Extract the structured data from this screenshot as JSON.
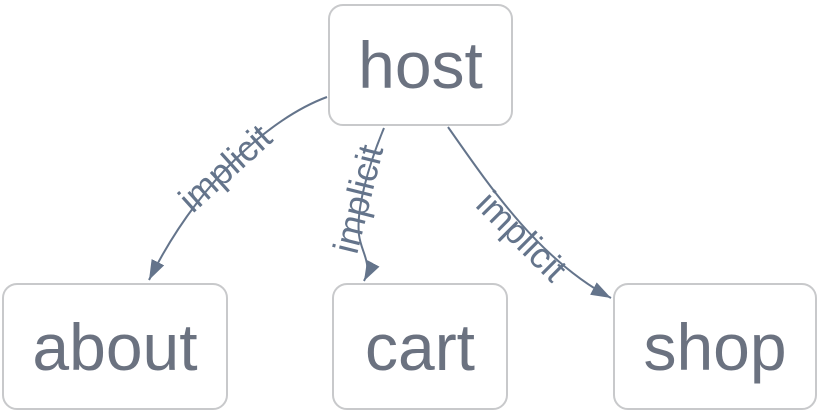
{
  "diagram": {
    "type": "graph",
    "nodes": [
      {
        "id": "host",
        "label": "host"
      },
      {
        "id": "about",
        "label": "about"
      },
      {
        "id": "cart",
        "label": "cart"
      },
      {
        "id": "shop",
        "label": "shop"
      }
    ],
    "edges": [
      {
        "from": "host",
        "to": "about",
        "label": "implicit",
        "arrow": "to"
      },
      {
        "from": "host",
        "to": "cart",
        "label": "implicit",
        "arrow": "to"
      },
      {
        "from": "host",
        "to": "shop",
        "label": "implicit",
        "arrow": "to"
      }
    ],
    "colors": {
      "node_text": "#6b7280",
      "node_border": "#c8c9cb",
      "node_fill": "#ffffff",
      "edge": "#64748b",
      "canvas_bg": "#ffffff"
    }
  }
}
